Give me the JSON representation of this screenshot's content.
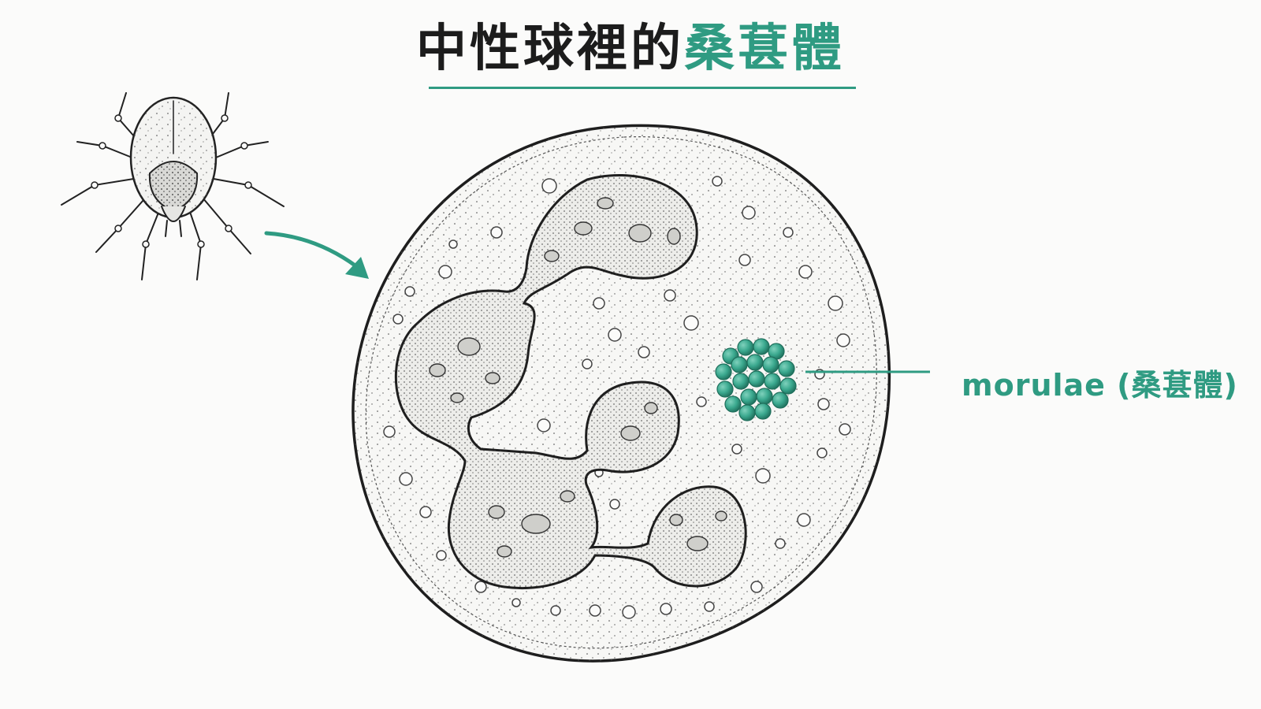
{
  "title": {
    "main": "中性球裡的",
    "highlight": "桑葚體"
  },
  "annotation": {
    "label": "morulae (桑葚體)"
  },
  "colors": {
    "accent": "#2f9b82",
    "ink": "#1c1c1c",
    "background": "#fbfbfa",
    "morula_fill": "#3aa88e",
    "morula_dark": "#1f6f5c"
  },
  "icons": [
    "tick-illustration",
    "arrow-icon",
    "neutrophil-cell",
    "morula-cluster"
  ]
}
